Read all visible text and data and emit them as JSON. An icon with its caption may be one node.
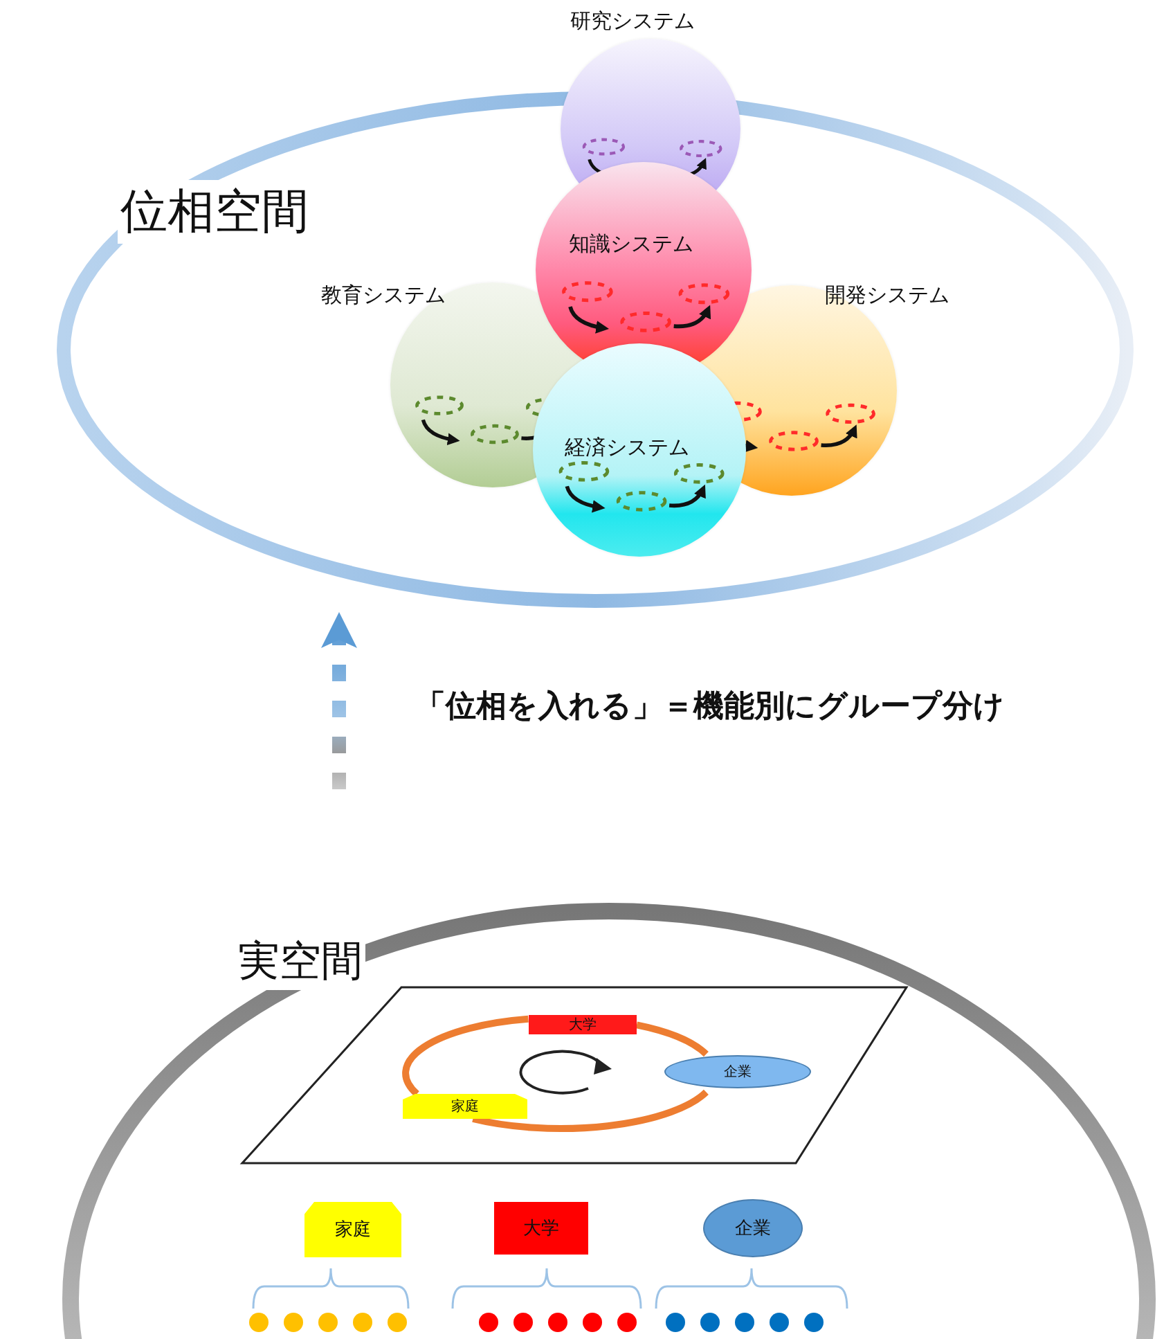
{
  "diagram": {
    "nodes": [
      {
        "text": [
          "位相空間"
        ]
      },
      {
        "text": [
          "研究システム"
        ]
      },
      {
        "text": [
          "知識システム"
        ],
        "in": 0
      },
      {
        "text": [
          "教育システム"
        ],
        "in": 0
      },
      {
        "text": [
          "開発システム"
        ],
        "in": 0
      },
      {
        "text": [
          "経済システム"
        ],
        "in": 0
      },
      {
        "text": [
          "実空間"
        ]
      },
      {
        "text": [
          "大学"
        ],
        "in": 6
      },
      {
        "text": [
          "家庭"
        ],
        "in": 6
      },
      {
        "text": [
          "企業"
        ],
        "in": 6
      },
      {
        "text": [
          "家庭"
        ],
        "in": 6
      },
      {
        "text": [
          "大学"
        ],
        "in": 6
      },
      {
        "text": [
          "企業"
        ],
        "in": 6
      }
    ],
    "edges": [
      {
        "from": 7,
        "to": 9,
        "arrow": "none"
      },
      {
        "from": 9,
        "to": 8,
        "arrow": "none"
      },
      {
        "from": 8,
        "to": 7,
        "arrow": "none"
      },
      {
        "from": null,
        "to": 0,
        "arrow": "to",
        "style": "dashed",
        "color": "#5b9bd5",
        "label": "「位相を入れる」＝機能別にグループ分け"
      }
    ]
  }
}
